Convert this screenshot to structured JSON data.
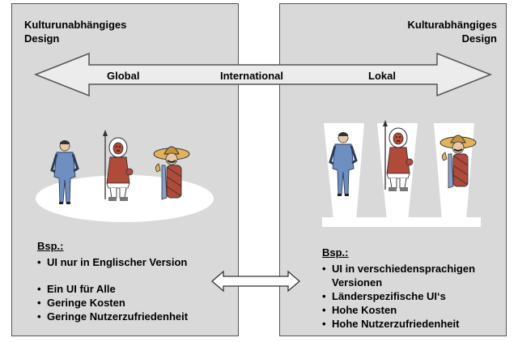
{
  "left": {
    "title": "Kulturunabhängiges\nDesign",
    "examples_heading": "Bsp.:",
    "examples": [
      "UI nur in Englischer Version",
      "Ein UI für Alle",
      "Geringe Kosten",
      "Geringe Nutzerzufriedenheit"
    ]
  },
  "right": {
    "title": "Kulturabhängiges\nDesign",
    "examples_heading": "Bsp.:",
    "examples": [
      "UI in verschiedensprachigen",
      "Versionen",
      "Länderspezifische UI‘s",
      "Hohe Kosten",
      "Hohe Nutzerzufriedenheit"
    ]
  },
  "scale": {
    "global": "Global",
    "international": "International",
    "local": "Lokal"
  },
  "colors": {
    "panel": "#d9d9d9",
    "arrow_fill": "#ececec",
    "suit": "#6f8fc0",
    "parka": "#b04a3a",
    "sombrero": "#e2b35a"
  }
}
